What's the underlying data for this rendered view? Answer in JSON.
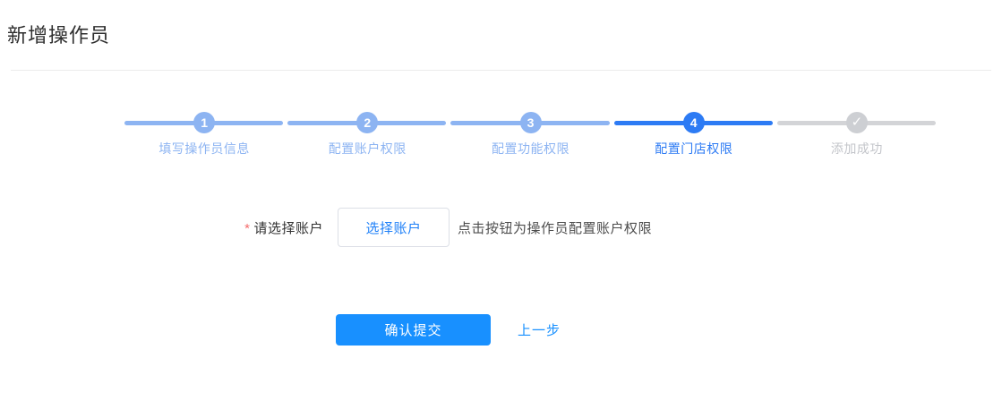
{
  "page": {
    "title": "新增操作员"
  },
  "steps": {
    "items": [
      {
        "number": "1",
        "label": "填写操作员信息",
        "state": "done"
      },
      {
        "number": "2",
        "label": "配置账户权限",
        "state": "done"
      },
      {
        "number": "3",
        "label": "配置功能权限",
        "state": "done"
      },
      {
        "number": "4",
        "label": "配置门店权限",
        "state": "active"
      },
      {
        "icon": "✓",
        "label": "添加成功",
        "state": "wait"
      }
    ]
  },
  "form": {
    "required_mark": "*",
    "label": "请选择账户",
    "select_button": "选择账户",
    "hint": "点击按钮为操作员配置账户权限"
  },
  "actions": {
    "submit": "确认提交",
    "previous": "上一步"
  },
  "colors": {
    "primary": "#1890ff",
    "step_active": "#2d7bf4",
    "step_done": "#8db4f2",
    "step_wait": "#cdcfd3",
    "required": "#f56c6c",
    "title_text": "#2e2e2e"
  }
}
